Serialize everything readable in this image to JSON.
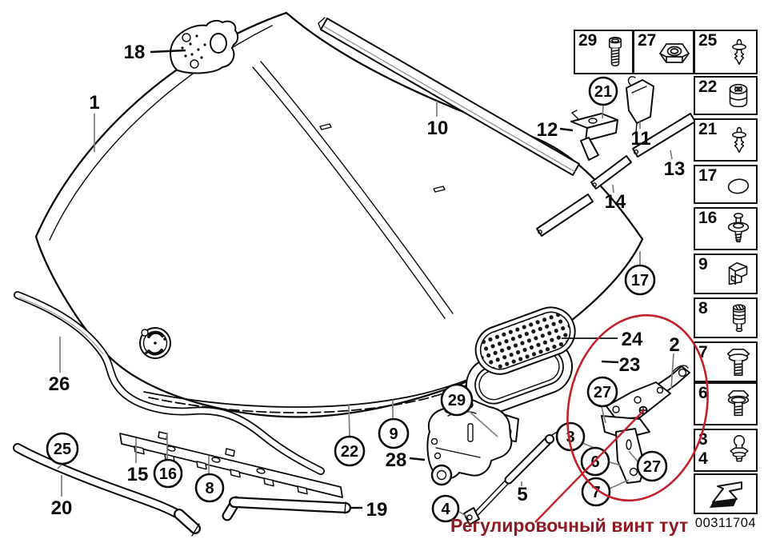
{
  "annotation": {
    "text": "Регулировочный винт тут",
    "color": "#8e1a22"
  },
  "colors": {
    "red_ellipse": "#c2212a",
    "line_art": "#0b0b0b",
    "leader": "#7d7d7d"
  },
  "callouts": {
    "n1": "1",
    "n2": "2",
    "n3": "3",
    "n4": "4",
    "n5": "5",
    "n6": "6",
    "n7": "7",
    "n8": "8",
    "n9": "9",
    "n10": "10",
    "n11": "11",
    "n12": "12",
    "n13": "13",
    "n14": "14",
    "n15": "15",
    "n16": "16",
    "n17": "17",
    "n18": "18",
    "n19": "19",
    "n20": "20",
    "n21": "21",
    "n22": "22",
    "n23": "23",
    "n24": "24",
    "n25": "25",
    "n26": "26",
    "n27a": "27",
    "n27b": "27",
    "n28": "28",
    "n29": "29"
  },
  "sidebar": {
    "cells": [
      {
        "num": "29",
        "icon": "socket-head-screw"
      },
      {
        "num": "27",
        "icon": "hex-nut"
      },
      {
        "num": "25",
        "icon": "expansion-rivet"
      },
      {
        "num": "22",
        "icon": "grommet"
      },
      {
        "num": "21",
        "icon": "expansion-rivet"
      },
      {
        "num": "17",
        "icon": "oval-plug"
      },
      {
        "num": "16",
        "icon": "washer-rivet"
      },
      {
        "num": "9",
        "icon": "clamp-clip"
      },
      {
        "num": "8",
        "icon": "bump-stop"
      },
      {
        "num": "7",
        "icon": "flange-bolt"
      },
      {
        "num": "6",
        "icon": "flange-bolt-washer"
      },
      {
        "num": "3",
        "num2": "4",
        "icon": "ball-stud"
      }
    ],
    "doc_number": "00311704"
  }
}
